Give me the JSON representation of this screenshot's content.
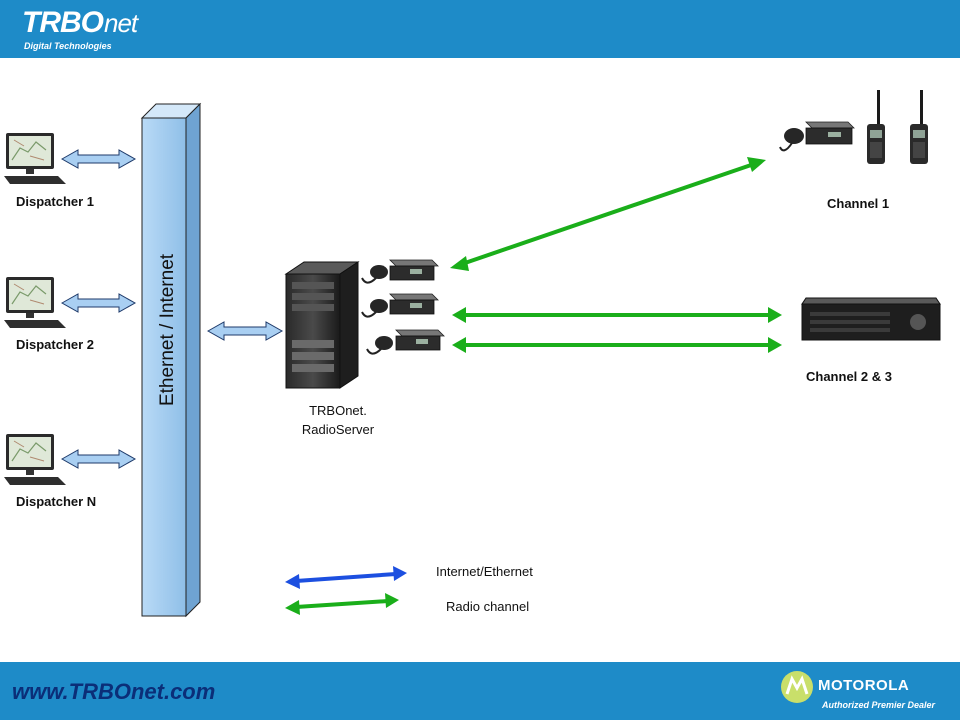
{
  "header": {
    "logo_main": "TRBO",
    "logo_net": "net",
    "logo_sub": "Digital Technologies"
  },
  "bus": {
    "label": "Ethernet / Internet"
  },
  "dispatchers": [
    "Dispatcher 1",
    "Dispatcher 2",
    "Dispatcher N"
  ],
  "server": {
    "label_line1": "TRBOnet.",
    "label_line2": "RadioServer"
  },
  "channels": {
    "channel1": "Channel 1",
    "channel23": "Channel  2 & 3"
  },
  "legend": {
    "internet": "Internet/Ethernet",
    "radio": "Radio channel"
  },
  "footer": {
    "url": "www.TRBOnet.com",
    "brand": "MOTOROLA",
    "brand_sub": "Authorized Premier Dealer"
  },
  "colors": {
    "brand_blue": "#1e8bc8",
    "radio_green": "#1aae1a",
    "ethernet_blue": "#1c4fe0",
    "bus_fill": "#a6cdf0"
  }
}
